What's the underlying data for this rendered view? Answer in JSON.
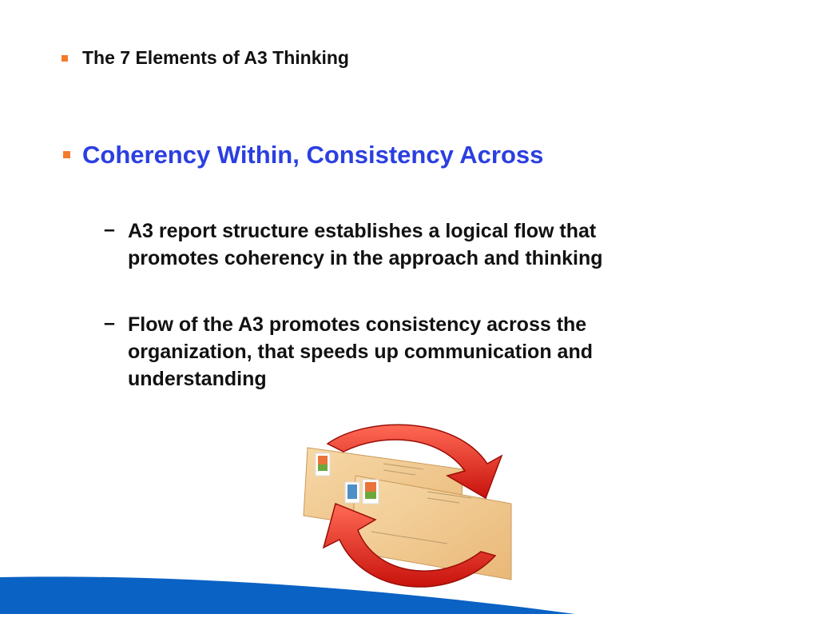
{
  "slide": {
    "title": "The 7 Elements of A3 Thinking",
    "heading": "Coherency Within, Consistency Across",
    "sub_bullets": [
      {
        "marker": "–",
        "lines": [
          "A3 report structure establishes a logical flow that",
          "promotes coherency in the approach and thinking"
        ]
      },
      {
        "marker": "–",
        "lines": [
          "Flow of the A3 promotes consistency across the",
          "organization, that speeds up communication and",
          "understanding"
        ]
      }
    ],
    "graphic": {
      "icon": "envelope-exchange-icon",
      "description": "Two envelopes with red circular arrows"
    },
    "colors": {
      "bullet": "#f47a2a",
      "heading": "#2b3fe0",
      "text": "#111111",
      "footer_wave": "#0a62c4",
      "arrow": "#e0231b",
      "envelope": "#f3c98c"
    }
  }
}
